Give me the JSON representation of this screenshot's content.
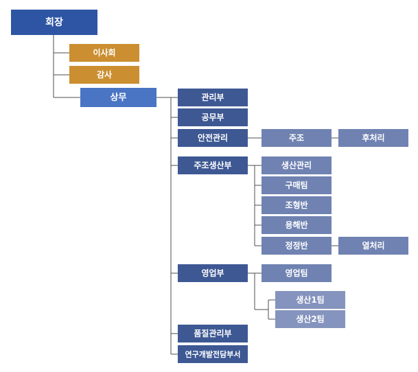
{
  "colors": {
    "root": "#2E55A4",
    "gold": "#CB8F31",
    "sangmu": "#4A74C4",
    "dept": "#3D5893",
    "sub": "#6F82B1",
    "sub2": "#8594BE",
    "line": "#4d4d4d"
  },
  "org": {
    "chairman": "회장",
    "board": "이사회",
    "audit": "감사",
    "managing_director": "상무",
    "departments": {
      "admin": "관리부",
      "construction": "공무부",
      "safety": "안전관리",
      "casting_production": "주조생산부",
      "sales": "영업부",
      "quality": "품질관리부",
      "rnd": "연구개발전담부서"
    },
    "safety_units": {
      "casting": "주조",
      "post_processing": "후처리"
    },
    "production_units": {
      "production_mgmt": "생산관리",
      "purchasing": "구매팀",
      "molding": "조형반",
      "melting": "용해반",
      "finishing": "정정반",
      "heat_treatment": "열처리"
    },
    "sales_units": {
      "sales_team": "영업팀",
      "production_team_1": "생산1팀",
      "production_team_2": "생산2팀"
    }
  }
}
